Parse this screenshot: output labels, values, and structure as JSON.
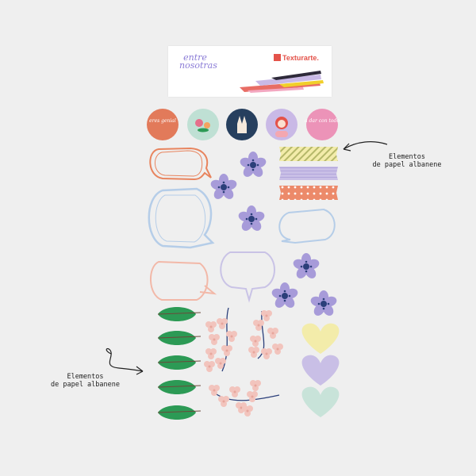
{
  "header": {
    "title": "entre nosotras",
    "brand": "Texturarte."
  },
  "stickers": [
    {
      "label": "eres genial",
      "color": "#e27a5a"
    },
    {
      "label": "",
      "color": "#bfe0d4"
    },
    {
      "label": "",
      "color": "#263f5e"
    },
    {
      "label": "",
      "color": "#c9b9e6"
    },
    {
      "label": "a dar con todo",
      "color": "#ec93b8"
    }
  ],
  "annotations": {
    "right": "Elementos\nde papel albanene",
    "left": "Elementos\nde papel albanene"
  },
  "colors": {
    "background": "#efefef",
    "coral": "#e27a5a",
    "lavender": "#a79bd9",
    "light_blue": "#b5cde8",
    "leaf_green": "#2c9a55",
    "pink": "#f2c4bd",
    "yellow": "#f3ecaa",
    "mint": "#c8e3d9"
  }
}
